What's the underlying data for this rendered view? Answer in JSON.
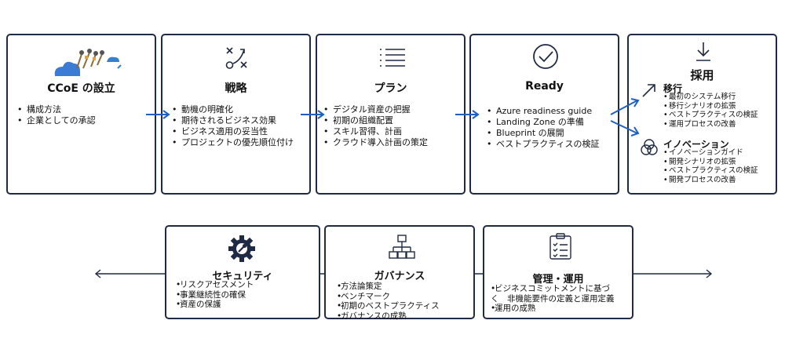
{
  "steps": [
    {
      "title": "CCoE の設立",
      "items": [
        "構成方法",
        "企業としての承認"
      ]
    },
    {
      "title": "戦略",
      "items": [
        "動機の明確化",
        "期待されるビジネス効果",
        "ビジネス適用の妥当性",
        "プロジェクトの優先順位付け"
      ]
    },
    {
      "title": "プラン",
      "items": [
        "デジタル資産の把握",
        "初期の組織配置",
        "スキル習得、計画",
        "クラウド導入計画の策定"
      ]
    },
    {
      "title": "Ready",
      "items": [
        "Azure readiness guide",
        "Landing Zone の準備",
        "Blueprint の展開",
        "ベストプラクティスの検証"
      ]
    }
  ],
  "adoption": {
    "title": "採用",
    "migration": {
      "title": "移行",
      "items": [
        "最初のシステム移行",
        "移行シナリオの拡張",
        "ベストプラクティスの検証",
        "運用プロセスの改善"
      ]
    },
    "innovation": {
      "title": "イノベーション",
      "items": [
        "イノベーションガイド",
        "開発シナリオの拡張",
        "ベストプラクティスの検証",
        "開発プロセスの改善"
      ]
    }
  },
  "bottom": [
    {
      "title": "セキュリティ",
      "items": [
        "リスクアセスメント",
        "事業継続性の確保",
        "資産の保護"
      ]
    },
    {
      "title": "ガバナンス",
      "items": [
        "方法論策定",
        "ベンチマーク",
        "初期のベストプラクティス",
        "ガバナンスの成熟"
      ]
    },
    {
      "title": "管理・運用",
      "items": [
        "ビジネスコミットメントに基づく　非機能要件の定義と運用定義",
        "運用の成熟"
      ]
    }
  ],
  "icons": {
    "step1": "people-cloud-icon",
    "step2": "strategy-xo-icon",
    "step3": "list-lines-icon",
    "step4": "checkmark-circle-icon",
    "adoption": "download-arrow-icon",
    "migration": "diagonal-arrow-icon",
    "innovation": "venn-circles-icon",
    "security": "gear-wrench-icon",
    "governance": "hierarchy-icon",
    "management": "clipboard-checklist-icon"
  },
  "colors": {
    "border": "#1f2a44",
    "arrow": "#1f5fbf",
    "icon": "#1f2a44",
    "cloud": "#3a7bd5"
  }
}
